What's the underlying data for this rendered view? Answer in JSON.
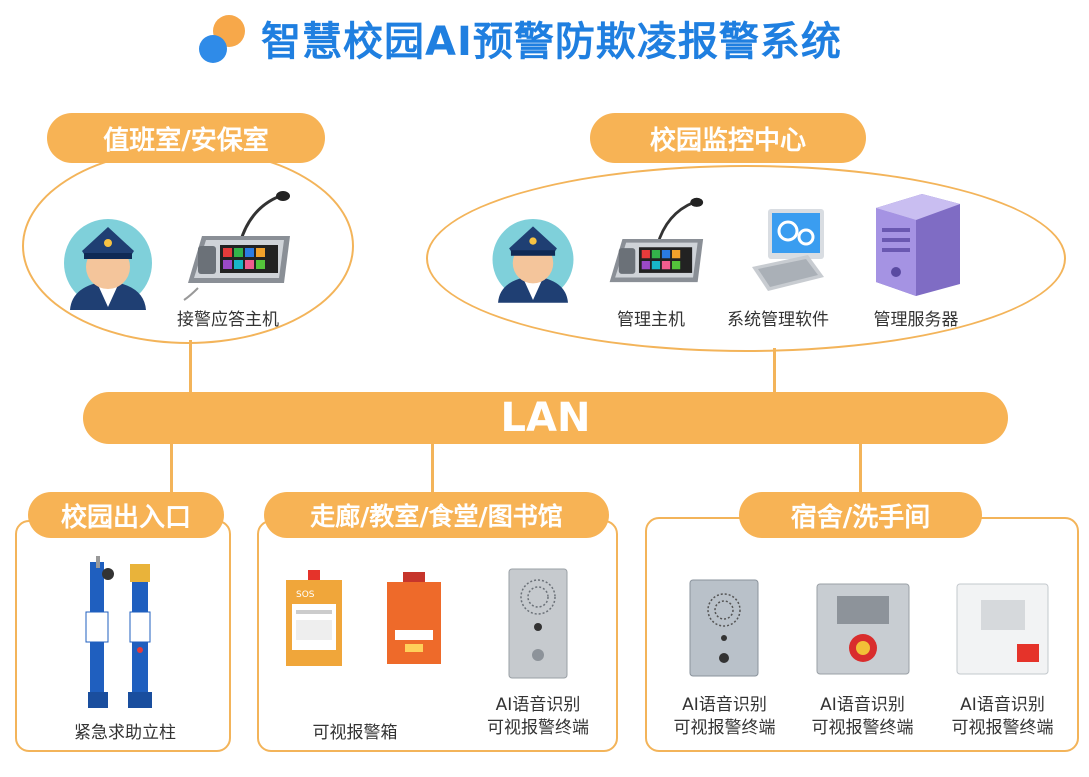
{
  "title": "智慧校园AI预警防欺凌报警系统",
  "lan_label": "LAN",
  "sections": {
    "duty": {
      "label": "值班室/安保室",
      "devices": [
        {
          "caption": "接警应答主机"
        }
      ]
    },
    "monitor": {
      "label": "校园监控中心",
      "devices": [
        {
          "caption": "管理主机"
        },
        {
          "caption": "系统管理软件"
        },
        {
          "caption": "管理服务器"
        }
      ]
    },
    "entrance": {
      "label": "校园出入口",
      "devices": [
        {
          "caption": "紧急求助立柱"
        }
      ]
    },
    "corridor": {
      "label": "走廊/教室/食堂/图书馆",
      "devices": [
        {
          "caption": "可视报警箱"
        },
        {
          "caption_line1": "AI语音识别",
          "caption_line2": "可视报警终端"
        }
      ],
      "box_sign": "SOS"
    },
    "dorm": {
      "label": "宿舍/洗手间",
      "devices": [
        {
          "caption_line1": "AI语音识别",
          "caption_line2": "可视报警终端"
        },
        {
          "caption_line1": "AI语音识别",
          "caption_line2": "可视报警终端"
        },
        {
          "caption_line1": "AI语音识别",
          "caption_line2": "可视报警终端"
        }
      ]
    }
  },
  "colors": {
    "accent": "#f7b355",
    "title": "#1f7fe0",
    "logo_blue": "#2f8be8"
  }
}
